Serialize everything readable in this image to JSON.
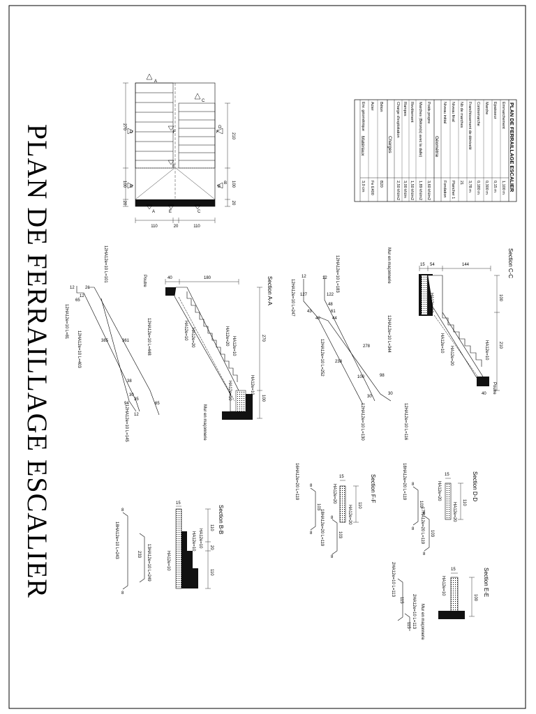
{
  "title": "PLAN DE FERRAILLAGE ESCALIER",
  "plan": {
    "dims_vertical_left": [
      "270",
      "100",
      "20"
    ],
    "dims_vertical_right": [
      "210",
      "100",
      "20"
    ],
    "dims_horizontal": [
      "110",
      "20",
      "110"
    ],
    "markers": [
      "A",
      "C",
      "D",
      "B",
      "B",
      "E",
      "E",
      "A",
      "C",
      "F",
      "F",
      "D",
      "B"
    ]
  },
  "table": {
    "title": "PLAN DE FERRAILLAGE ESCALIER",
    "groups": [
      "Matériaux",
      "Charges",
      "Géométrie"
    ],
    "geometrie": [
      [
        "Emmarchement",
        "1,100 m"
      ],
      [
        "Epaisseur",
        "0,15 m"
      ],
      [
        "Marche",
        "0,300 m"
      ],
      [
        "Contremarche",
        "0,180 m"
      ],
      [
        "Franchissement de dénivelé",
        "3,78 m"
      ],
      [
        "Nb de marches",
        "21"
      ],
      [
        "Niveau final",
        "Plancher 1"
      ],
      [
        "Niveau initial",
        "Fondation"
      ]
    ],
    "charges": [
      [
        "Poids propre",
        "3,60 kN/m2"
      ],
      [
        "Marches (Béton(s) avec la dalle)",
        "1,89 kN/m2"
      ],
      [
        "Revêtement",
        "1,50 kN/m2"
      ],
      [
        "Rampes",
        "3,00 kN/m"
      ],
      [
        "Charge d'exploitation",
        "2,50 kN/m2"
      ]
    ],
    "materiaux": [
      [
        "Béton",
        "B20"
      ],
      [
        "Acier",
        "Fe E400"
      ],
      [
        "Enr. géométrique",
        "3,0 cm"
      ]
    ]
  },
  "section_cc": {
    "title": "Section C-C",
    "dims": [
      "15",
      "54",
      "144",
      "100",
      "210",
      "40"
    ],
    "bars": [
      "HA12e=10",
      "HA12e=10",
      "HA12e=10",
      "HA12e=20"
    ],
    "labels": [
      "Mur en maçonnerie",
      "Poutre"
    ],
    "schedule": [
      "12HA12e=10 L=183",
      "12HA12e=10 L=344",
      "12HA12e=10 L=247",
      "12HA12e=10 L=252",
      "12HA12e=10 L=130",
      "12HA12e=10 L=116"
    ],
    "schedule_dims": [
      "12",
      "122",
      "48",
      "61",
      "44",
      "43",
      "48",
      "12",
      "127",
      "278",
      "98",
      "30",
      "238",
      "100",
      "30"
    ]
  },
  "section_aa": {
    "title": "Section A-A",
    "dims": [
      "40",
      "180",
      "270",
      "100"
    ],
    "bars": [
      "HA12e=10",
      "HA12e=20",
      "HA12e=10",
      "HA12e=20",
      "HA12e=10",
      "HA12e=10"
    ],
    "labels": [
      "Poutre",
      "Mur en maçonnerie"
    ],
    "schedule": [
      "12HA12e=10 L=101",
      "12HA12e=10 L=81",
      "12HA12e=10 L=448",
      "12HA12e=10 L=403",
      "12HA12e=10 L=145"
    ],
    "schedule_dims": [
      "12",
      "21",
      "12",
      "65",
      "361",
      "38",
      "385",
      "35",
      "30",
      "12",
      "94",
      "65"
    ]
  },
  "section_ff": {
    "title": "Section F-F",
    "dims": [
      "15",
      "110"
    ],
    "bars": [
      "HA12e=20",
      "HA12e=20"
    ],
    "schedule": [
      "16HA12e=20 L=119",
      "18HA12e=20 L=119"
    ],
    "schedule_dims": [
      "8",
      "103",
      "8",
      "8",
      "103",
      "8"
    ]
  },
  "section_dd": {
    "title": "Section D-D",
    "dims": [
      "15",
      "110"
    ],
    "bars": [
      "HA12e=20",
      "HA12e=20"
    ],
    "schedule": [
      "18HA12e=20 L=119",
      "17HA12e=20 L=119"
    ],
    "schedule_dims": [
      "8",
      "103",
      "8",
      "8",
      "103",
      "8"
    ]
  },
  "section_bb": {
    "title": "Section B-B",
    "dims": [
      "15",
      "110",
      "20",
      "110"
    ],
    "bars": [
      "HA12e=10",
      "HA12e=10",
      "HA12e=10"
    ],
    "schedule": [
      "18HA12e=10 L=243",
      "13HA12e=10 L=249"
    ],
    "schedule_dims": [
      "8",
      "233",
      "8"
    ]
  },
  "section_ee": {
    "title": "Section E-E",
    "dims": [
      "15",
      "100"
    ],
    "bars": [
      "HA12e=10"
    ],
    "labels": [
      "Mur en maçonnerie"
    ],
    "schedule": [
      "2HA12e=10 L=113",
      "2HA12e=10 L=113"
    ],
    "schedule_dims": [
      "115",
      "115"
    ]
  }
}
